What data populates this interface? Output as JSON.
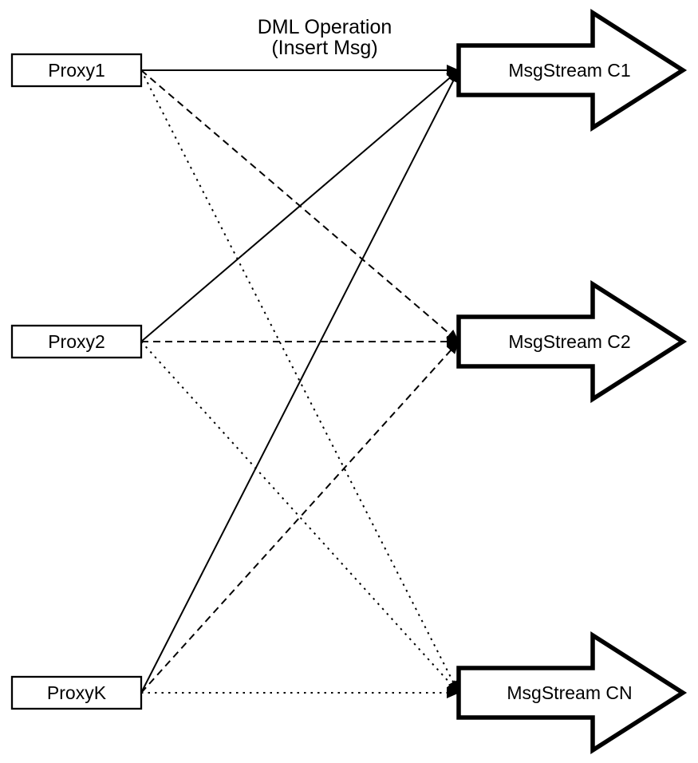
{
  "annotation": {
    "line1": "DML Operation",
    "line2": "(Insert Msg)"
  },
  "proxies": [
    {
      "label": "Proxy1"
    },
    {
      "label": "Proxy2"
    },
    {
      "label": "ProxyK"
    }
  ],
  "streams": [
    {
      "label": "MsgStream C1"
    },
    {
      "label": "MsgStream C2"
    },
    {
      "label": "MsgStream CN"
    }
  ],
  "edges": [
    {
      "from": "Proxy1",
      "to": "MsgStream C1",
      "line_style": "solid"
    },
    {
      "from": "Proxy1",
      "to": "MsgStream C2",
      "line_style": "dashed"
    },
    {
      "from": "Proxy1",
      "to": "MsgStream CN",
      "line_style": "dotted"
    },
    {
      "from": "Proxy2",
      "to": "MsgStream C1",
      "line_style": "solid"
    },
    {
      "from": "Proxy2",
      "to": "MsgStream C2",
      "line_style": "dashed"
    },
    {
      "from": "Proxy2",
      "to": "MsgStream CN",
      "line_style": "dotted"
    },
    {
      "from": "ProxyK",
      "to": "MsgStream C1",
      "line_style": "solid"
    },
    {
      "from": "ProxyK",
      "to": "MsgStream C2",
      "line_style": "dashed"
    },
    {
      "from": "ProxyK",
      "to": "MsgStream CN",
      "line_style": "dotted"
    }
  ],
  "colors": {
    "stroke": "#000000",
    "fill": "#ffffff"
  }
}
